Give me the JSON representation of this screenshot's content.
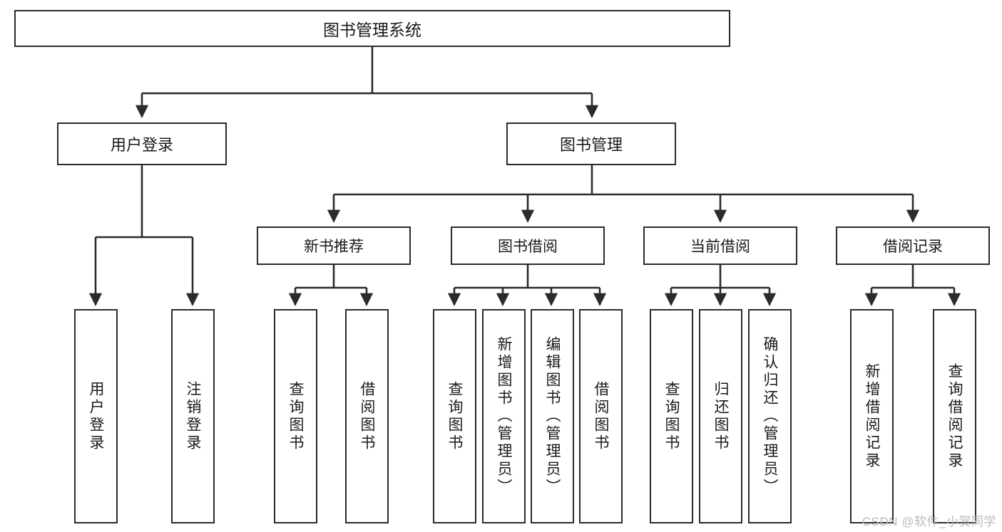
{
  "diagram": {
    "type": "tree-hierarchy-flowchart",
    "title": "图书管理系统",
    "colors": {
      "background": "#ffffff",
      "box_border": "#2b2b2b",
      "box_fill": "#ffffff",
      "text": "#1a1a1a",
      "edge": "#2b2b2b",
      "watermark": "#b9b9b9"
    },
    "root": {
      "label": "图书管理系统"
    },
    "level2": [
      {
        "label": "用户登录"
      },
      {
        "label": "图书管理"
      }
    ],
    "level3": [
      {
        "label": "新书推荐"
      },
      {
        "label": "图书借阅"
      },
      {
        "label": "当前借阅"
      },
      {
        "label": "借阅记录"
      }
    ],
    "leaves": {
      "user_login": [
        {
          "label": "用户登录"
        },
        {
          "label": "注销登录"
        }
      ],
      "new_book_recommend": [
        {
          "label": "查询图书"
        },
        {
          "label": "借阅图书"
        }
      ],
      "book_borrow": [
        {
          "label": "查询图书"
        },
        {
          "label": "新增图书（管理员）"
        },
        {
          "label": "编辑图书（管理员）"
        },
        {
          "label": "借阅图书"
        }
      ],
      "current_borrow": [
        {
          "label": "查询图书"
        },
        {
          "label": "归还图书"
        },
        {
          "label": "确认归还（管理员）"
        }
      ],
      "borrow_record": [
        {
          "label": "新增借阅记录"
        },
        {
          "label": "查询借阅记录"
        }
      ]
    },
    "watermark": "CSDN @软件_小贺同学"
  }
}
